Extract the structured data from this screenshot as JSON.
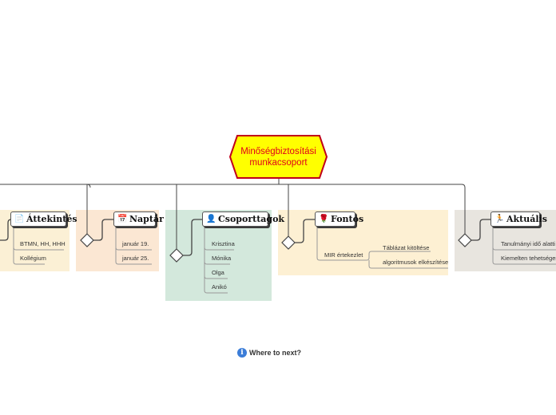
{
  "central_topic": {
    "line1": "Minőségbiztosítási",
    "line2": "munkacsoport",
    "fill": "#ffff00",
    "border": "#c0001a",
    "text_color": "#e0001b"
  },
  "branches": [
    {
      "label": "Áttekintés",
      "icon": "document-icon",
      "glyph": "📄",
      "region_color": "#fbf0d5",
      "items": [
        "BTMN, HH, HHH",
        "Kollégium"
      ]
    },
    {
      "label": "Naptár",
      "icon": "calendar-icon",
      "glyph": "📅",
      "region_color": "#fbe7d3",
      "items": [
        "január 19.",
        "január 25."
      ]
    },
    {
      "label": "Csoporttagok",
      "icon": "person-icon",
      "glyph": "👤",
      "region_color": "#d3e8dc",
      "items": [
        "Krisztina",
        "Mónika",
        "Olga",
        "Anikó"
      ]
    },
    {
      "label": "Fontos",
      "icon": "rose-icon",
      "glyph": "🌹",
      "region_color": "#fdf0d3",
      "items": [
        "MIR értekezlet"
      ],
      "subitems": [
        "Táblázat kitöltése",
        "algoritmusok elkészítése"
      ]
    },
    {
      "label": "Aktuális",
      "icon": "runner-icon",
      "glyph": "🏃",
      "region_color": "#e8e5df",
      "items": [
        "Tanulmányi idő alatti v",
        "Kiemelten tehetséges g"
      ]
    }
  ],
  "footer": {
    "label": "Where to next?",
    "icon": "info-icon",
    "glyph": "i"
  },
  "colors": {
    "connector": "#444444",
    "leaf_line": "#999999",
    "topic_shadow": "#3a3a3a"
  }
}
